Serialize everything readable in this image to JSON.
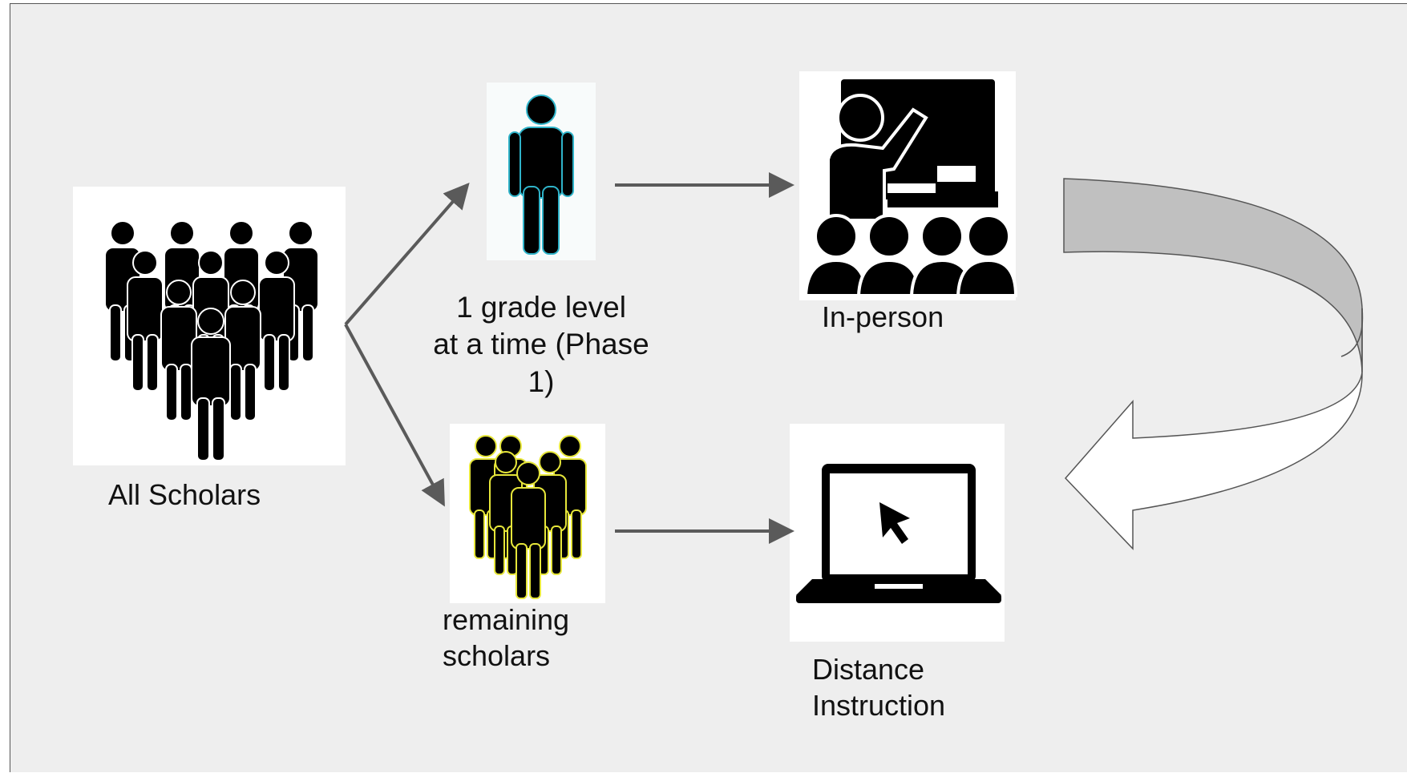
{
  "diagram": {
    "nodes": {
      "all_scholars": {
        "label": "All Scholars",
        "icon": "crowd-icon"
      },
      "one_grade": {
        "label": "1 grade level\nat a time (Phase\n1)",
        "icon": "single-person-icon",
        "outline_color": "#2fb3c9"
      },
      "remaining": {
        "label": "remaining\nscholars",
        "icon": "group-icon",
        "outline_color": "#e6e63a"
      },
      "in_person": {
        "label": "In-person",
        "icon": "teacher-classroom-icon"
      },
      "distance": {
        "label": "Distance\nInstruction",
        "icon": "laptop-cursor-icon"
      }
    },
    "colors": {
      "background": "#eeeeee",
      "arrow": "#5a5a5a",
      "curved_arrow_fill": "#c0c0c0",
      "icon": "#000000"
    }
  }
}
